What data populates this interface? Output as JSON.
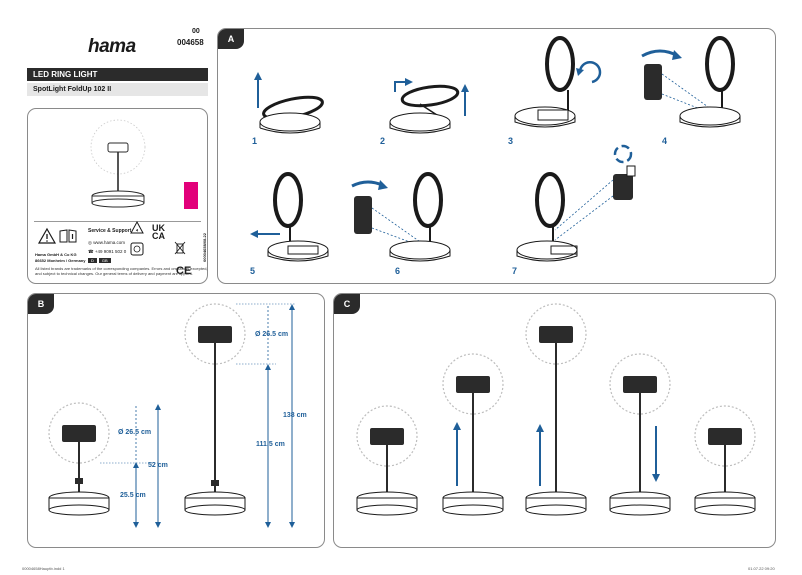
{
  "header": {
    "brand": "hama",
    "code_top": "00",
    "code_bottom": "004658"
  },
  "product": {
    "category": "LED RING LIGHT",
    "name": "SpotLight FoldUp 102 II"
  },
  "info_card": {
    "service_title": "Service & Support",
    "website": "www.hama.com",
    "phone": "+49 9091 502 0",
    "company": "Hama GmbH & Co KG",
    "address": "86652 Monheim / Germany",
    "lang_de": "D",
    "lang_gb": "GB",
    "mark_uk": "UK",
    "mark_ca": "CA",
    "mark_ce": "CE",
    "disclaimer_1": "All listed brands are trademarks of the corresponding companies. Errors and omissions excepted,",
    "disclaimer_2": "and subject to technical changes. Our general terms of delivery and payment are applied.",
    "side_code": "00004658/08.22",
    "accent_color": "#e2007a"
  },
  "panel_a": {
    "tag": "A",
    "steps": [
      "1",
      "2",
      "3",
      "4",
      "5",
      "6",
      "7"
    ]
  },
  "panel_b": {
    "tag": "B",
    "dims": {
      "ring_small": "Ø 26.5 cm",
      "height_total_small": "52 cm",
      "height_base_small": "25.5 cm",
      "ring_large": "Ø 26.5 cm",
      "height_total_large": "138 cm",
      "height_pole_large": "111.5 cm"
    }
  },
  "panel_c": {
    "tag": "C"
  },
  "footer": {
    "left": "00004658Hauptb.indd   1",
    "right": "01.07.22   09:20"
  },
  "colors": {
    "accent_blue": "#1f5f99",
    "dark": "#2b2b2b",
    "border": "#8a8a8a"
  }
}
